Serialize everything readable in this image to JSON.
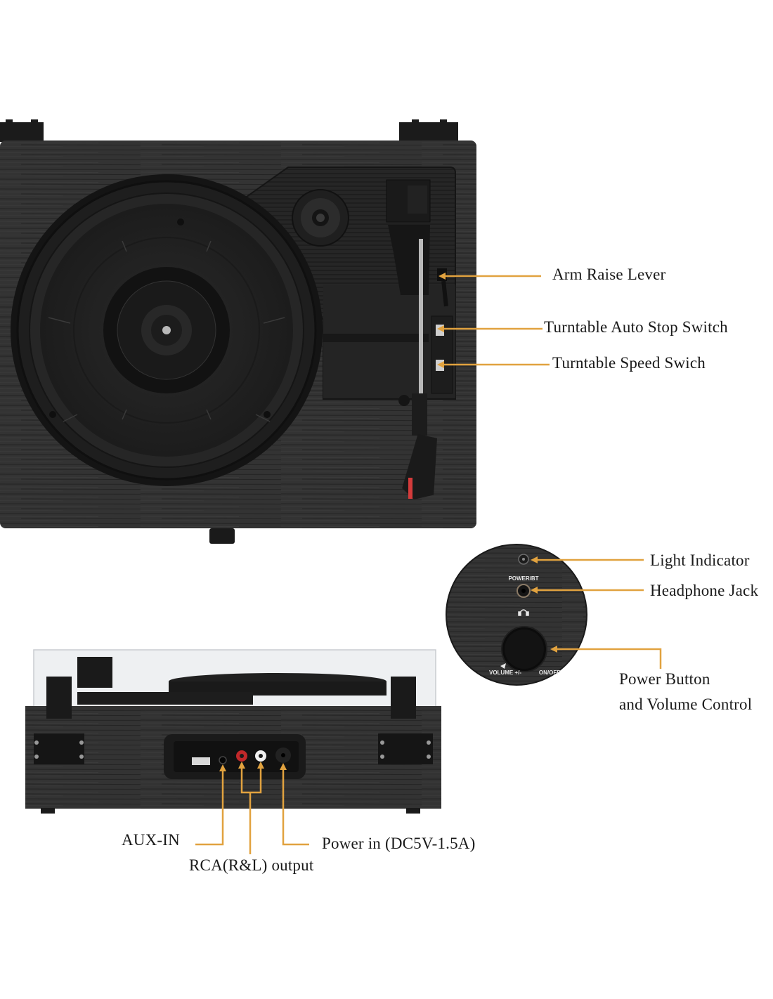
{
  "colors": {
    "callout_line": "#e1a23f",
    "wood_dark": "#2e2e2e",
    "background": "#ffffff"
  },
  "top_view": {
    "callouts": [
      {
        "id": "arm-raise-lever",
        "label": "Arm Raise Lever"
      },
      {
        "id": "auto-stop-switch",
        "label": "Turntable Auto Stop Switch"
      },
      {
        "id": "speed-switch",
        "label": "Turntable Speed Swich"
      }
    ]
  },
  "side_panel": {
    "printed": {
      "power_bt": "POWER/BT",
      "volume": "VOLUME +/-",
      "on_off": "ON/OFF",
      "headphone_symbol": "headphones-icon"
    },
    "callouts": [
      {
        "id": "light-indicator",
        "label": "Light Indicator"
      },
      {
        "id": "headphone-jack",
        "label": "Headphone Jack"
      },
      {
        "id": "power-volume",
        "label_line1": "Power Button",
        "label_line2": "and Volume Control"
      }
    ]
  },
  "rear_view": {
    "callouts": [
      {
        "id": "aux-in",
        "label": "AUX-IN"
      },
      {
        "id": "rca-output",
        "label": "RCA(R&L) output"
      },
      {
        "id": "power-in",
        "label": "Power in (DC5V-1.5A)"
      }
    ]
  }
}
